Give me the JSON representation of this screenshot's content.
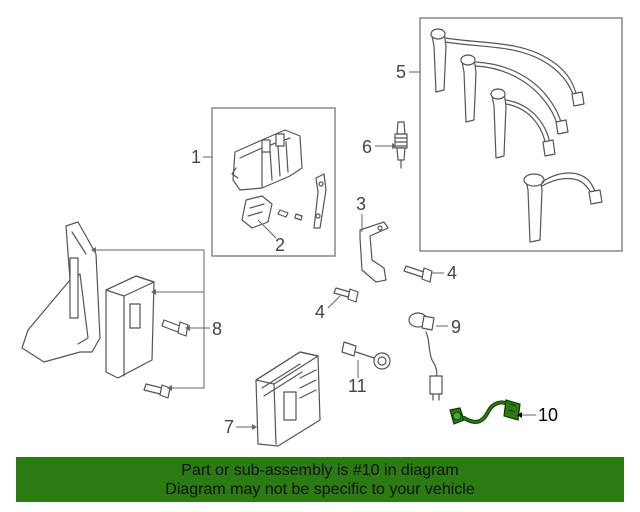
{
  "callouts": {
    "c1": "1",
    "c2": "2",
    "c3": "3",
    "c4a": "4",
    "c4b": "4",
    "c5": "5",
    "c6": "6",
    "c7": "7",
    "c8": "8",
    "c9": "9",
    "c10": "10",
    "c11": "11"
  },
  "highlight_color": "#2c7a12",
  "banner": {
    "line1": "Part or sub-assembly is #10 in diagram",
    "line2": "Diagram may not be specific to your vehicle",
    "background": "#2c7a12"
  }
}
